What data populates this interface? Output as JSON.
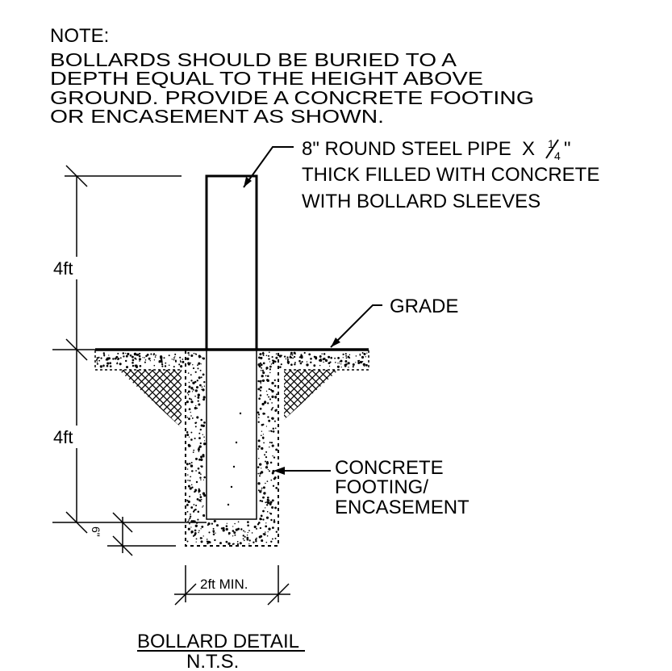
{
  "note": {
    "heading": "NOTE:",
    "lines": [
      "BOLLARDS SHOULD BE BURIED TO A",
      "DEPTH EQUAL TO THE HEIGHT ABOVE",
      "GROUND. PROVIDE A CONCRETE FOOTING",
      "OR ENCASEMENT AS SHOWN."
    ]
  },
  "callouts": {
    "pipe": {
      "line1": "8\" ROUND STEEL PIPE  X",
      "fraction": "1/4",
      "line1_end": "\"",
      "line2": "THICK FILLED WITH CONCRETE",
      "line3": "WITH BOLLARD SLEEVES"
    },
    "grade": "GRADE",
    "footing": [
      "CONCRETE",
      "FOOTING/",
      "ENCASEMENT"
    ]
  },
  "dimensions": {
    "above_grade": "4ft",
    "below_grade": "4ft",
    "bottom_slab": "6\"",
    "width": "2ft MIN."
  },
  "title": {
    "main": "BOLLARD DETAIL",
    "scale": "N.T.S."
  }
}
